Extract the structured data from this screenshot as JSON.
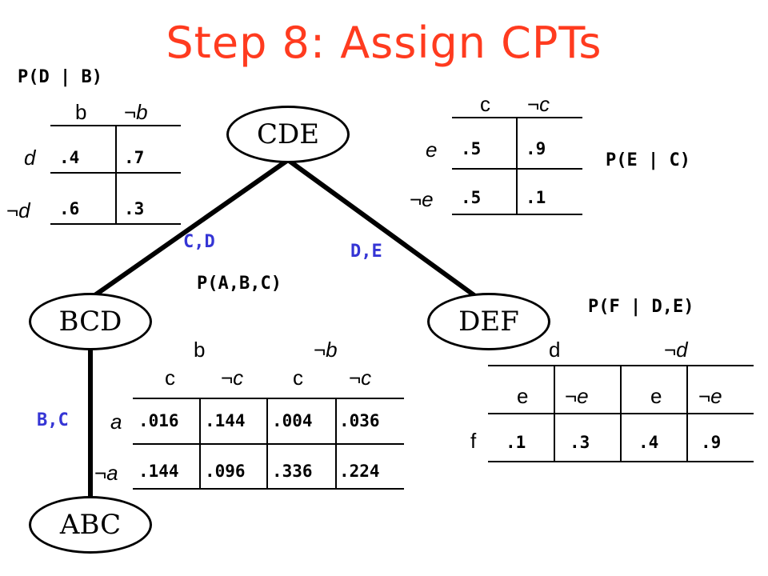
{
  "title": "Step 8: Assign CPTs",
  "nodes": {
    "cde": "CDE",
    "bcd": "BCD",
    "def": "DEF",
    "abc": "ABC"
  },
  "separators": {
    "cde_bcd": "C,D",
    "cde_def": "D,E",
    "bcd_abc": "B,C"
  },
  "cpt_d_given_b": {
    "label": "P(D | B)",
    "col_headers": [
      "b",
      "¬b"
    ],
    "row_headers": [
      "d",
      "¬d"
    ],
    "cells": [
      [
        ".4",
        ".7"
      ],
      [
        ".6",
        ".3"
      ]
    ]
  },
  "cpt_e_given_c": {
    "label": "P(E | C)",
    "col_headers": [
      "c",
      "¬c"
    ],
    "row_headers": [
      "e",
      "¬e"
    ],
    "cells": [
      [
        ".5",
        ".9"
      ],
      [
        ".5",
        ".1"
      ]
    ]
  },
  "cpt_abc": {
    "label": "P(A,B,C)",
    "top_headers": [
      "b",
      "¬b"
    ],
    "col_headers": [
      "c",
      "¬c",
      "c",
      "¬c"
    ],
    "row_headers": [
      "a",
      "¬a"
    ],
    "cells": [
      [
        ".016",
        ".144",
        ".004",
        ".036"
      ],
      [
        ".144",
        ".096",
        ".336",
        ".224"
      ]
    ]
  },
  "cpt_f_given_de": {
    "label": "P(F | D,E)",
    "top_headers": [
      "d",
      "¬d"
    ],
    "col_headers": [
      "e",
      "¬e",
      "e",
      "¬e"
    ],
    "row_headers": [
      "f"
    ],
    "cells": [
      [
        ".1",
        ".3",
        ".4",
        ".9"
      ]
    ]
  }
}
